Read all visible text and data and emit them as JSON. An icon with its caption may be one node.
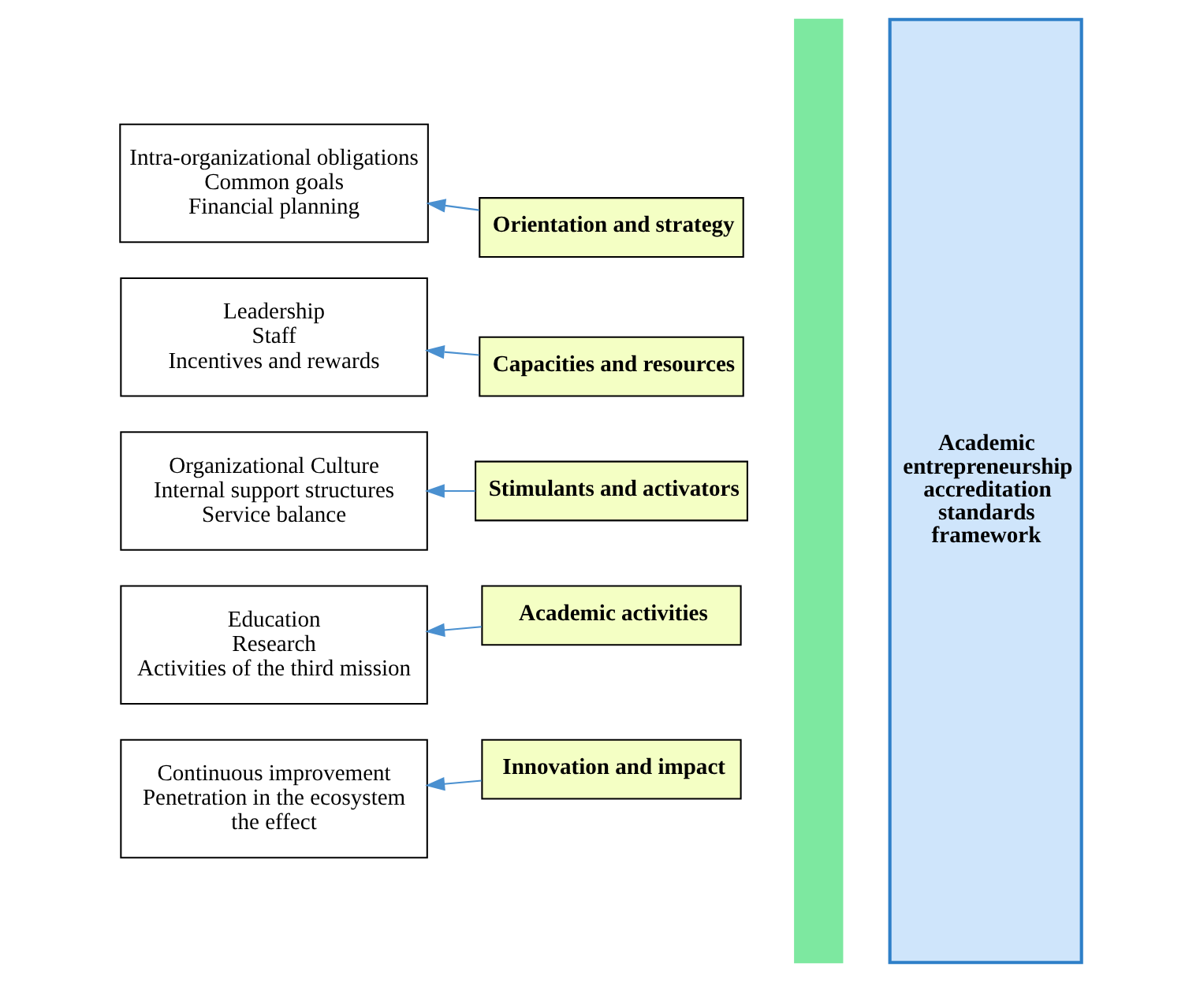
{
  "diagram": {
    "nodes": [
      {
        "text": [
          "Intra-organizational obligations",
          "Common goals",
          "Financial planning"
        ]
      },
      {
        "text": [
          "Leadership",
          "Staff",
          "Incentives and rewards"
        ]
      },
      {
        "text": [
          "Organizational Culture",
          "Internal support structures",
          "Service balance"
        ]
      },
      {
        "text": [
          "Education",
          "Research",
          "Activities of the third mission"
        ]
      },
      {
        "text": [
          "Continuous improvement",
          "Penetration in the ecosystem",
          "the effect"
        ]
      },
      {
        "text": [],
        "shape": "bar"
      },
      {
        "text": [
          "Orientation and strategy"
        ]
      },
      {
        "text": [
          "Capacities and resources"
        ]
      },
      {
        "text": [
          "Stimulants and activators"
        ]
      },
      {
        "text": [
          "Academic activities"
        ]
      },
      {
        "text": [
          "Innovation and impact"
        ]
      },
      {
        "text": [
          "Academic entrepreneurship accreditation standards framework"
        ]
      }
    ],
    "edges": [
      {
        "from": 6,
        "to": 0,
        "arrow": "to"
      },
      {
        "from": 7,
        "to": 1,
        "arrow": "to"
      },
      {
        "from": 8,
        "to": 2,
        "arrow": "to"
      },
      {
        "from": 9,
        "to": 3,
        "arrow": "to"
      },
      {
        "from": 10,
        "to": 4,
        "arrow": "to"
      }
    ]
  }
}
